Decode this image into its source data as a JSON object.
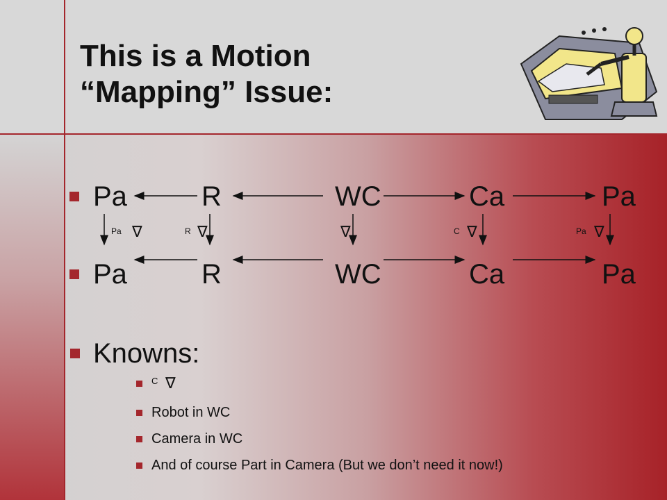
{
  "slide": {
    "title_line1": "This is a Motion",
    "title_line2": "“Mapping” Issue:"
  },
  "diagram": {
    "row1_terms": [
      "Pa",
      "R",
      "WC",
      "Ca",
      "Pa"
    ],
    "row2_terms": [
      "Pa",
      "R",
      "WC",
      "Ca",
      "Pa"
    ],
    "transform_labels": [
      "Pa",
      "R",
      "",
      "C",
      "Pa"
    ],
    "delta_symbol": "∇"
  },
  "knowns": {
    "heading": "Knowns:",
    "items": [
      "C",
      "Robot in WC",
      "Camera in WC",
      "And of course Part in Camera (But we don’t need it now!)"
    ]
  },
  "colors": {
    "accent": "#a4262c",
    "clipart_yellow": "#f2e68a",
    "clipart_gray": "#8b8d9e"
  },
  "icons": [
    "robot-arm-car-clipart-icon"
  ]
}
